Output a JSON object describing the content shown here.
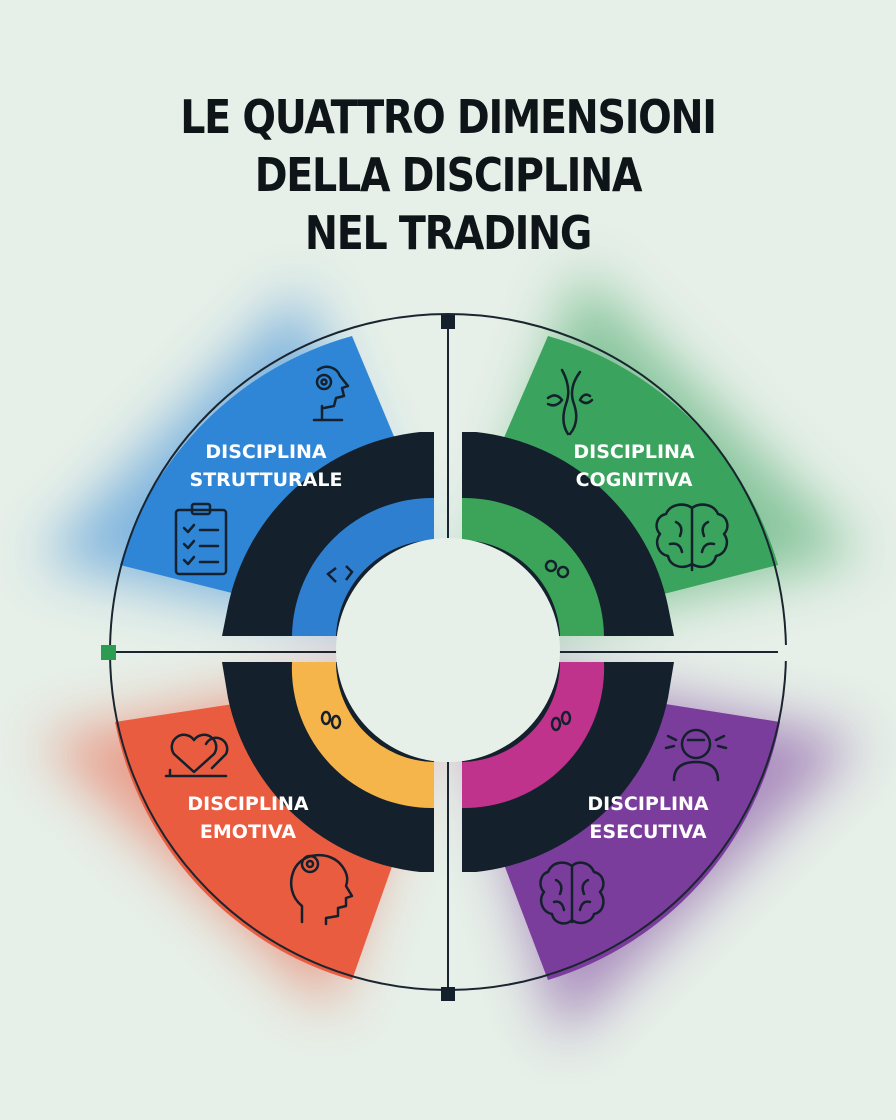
{
  "title": {
    "line1": "LE QUATTRO DIMENSIONI",
    "line2": "DELLA DISCIPLINA",
    "line3": "NEL TRADING"
  },
  "quadrants": [
    {
      "id": "strutturale",
      "label_line1": "DISCIPLINA",
      "label_line2": "STRUTTURALE",
      "color": "#2f86d6",
      "inner_color": "#2f7fd1",
      "icons": [
        "head-with-gear-icon",
        "checklist-icon"
      ]
    },
    {
      "id": "cognitiva",
      "label_line1": "DISCIPLINA",
      "label_line2": "COGNITIVA",
      "color": "#3aa35d",
      "inner_color": "#3ba459",
      "icons": [
        "neural-branch-icon",
        "brain-icon"
      ]
    },
    {
      "id": "emotiva",
      "label_line1": "DISCIPLINA",
      "label_line2": "EMOTIVA",
      "color": "#ea5c3f",
      "inner_color": "#f6b54a",
      "icons": [
        "two-hearts-icon",
        "head-profile-icon"
      ]
    },
    {
      "id": "esecutiva",
      "label_line1": "DISCIPLINA",
      "label_line2": "ESECUTIVA",
      "color": "#7a3d9c",
      "inner_color": "#c0338d",
      "icons": [
        "focused-person-icon",
        "brain-icon"
      ]
    }
  ],
  "colors": {
    "background": "#e6efe8",
    "ring": "#14202b",
    "axis": "#1a2530",
    "marker_green": "#2e9b52"
  }
}
